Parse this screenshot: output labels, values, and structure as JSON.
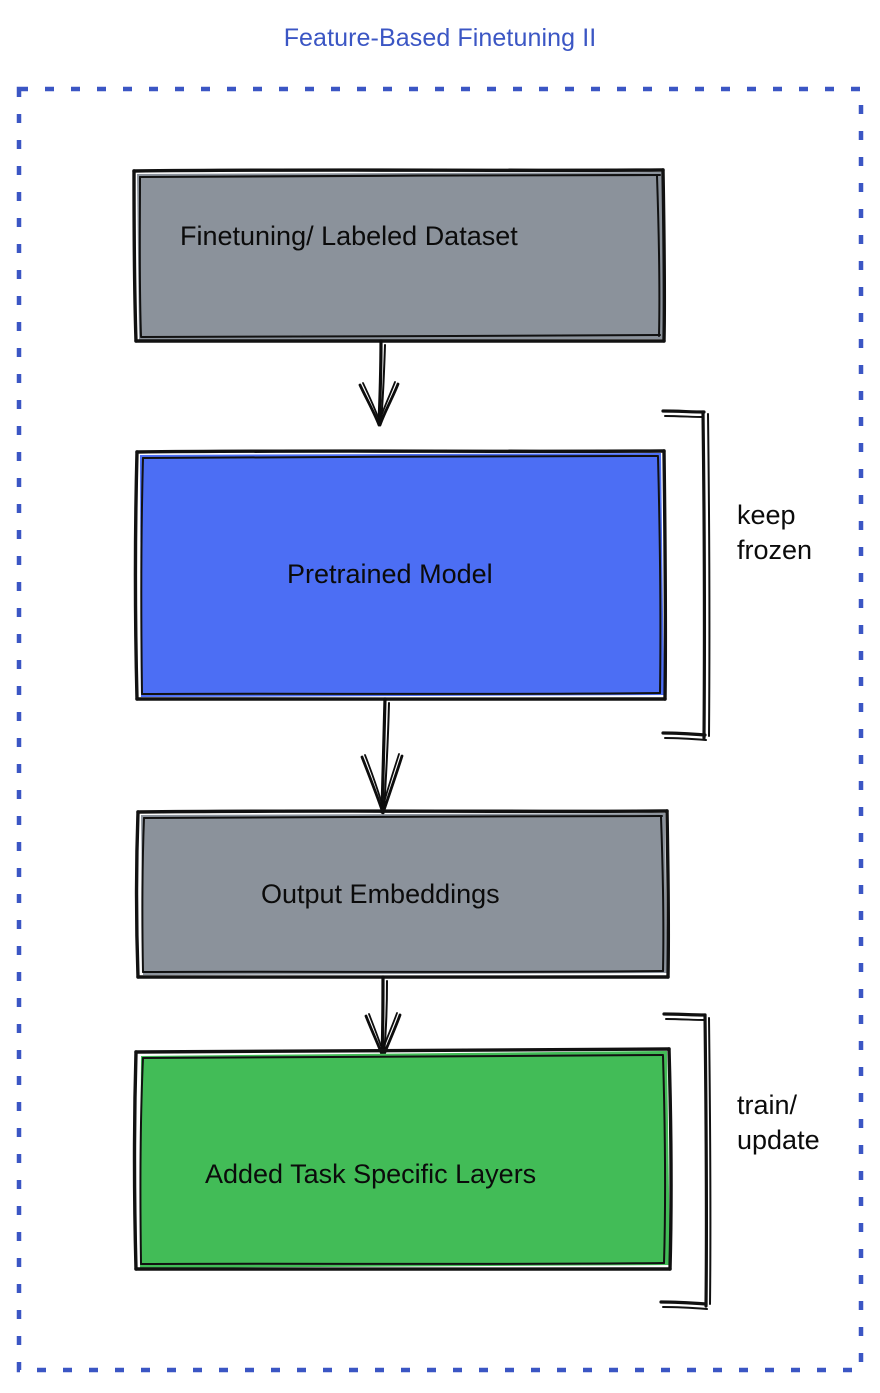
{
  "diagram": {
    "title": "Feature-Based Finetuning II",
    "title_color": "#3b56c4",
    "background": "#ffffff",
    "border": {
      "style": "dashed",
      "color": "#3b56c4",
      "name": "outer-dashed-frame"
    },
    "nodes": [
      {
        "id": "dataset",
        "label": "Finetuning/ Labeled Dataset",
        "fill": "#8b929b",
        "stroke": "#000000",
        "shape": "rectangle"
      },
      {
        "id": "pretrained",
        "label": "Pretrained Model",
        "fill": "#4c6ef4",
        "stroke": "#000000",
        "shape": "rectangle"
      },
      {
        "id": "embeddings",
        "label": "Output Embeddings",
        "fill": "#8b929b",
        "stroke": "#000000",
        "shape": "rectangle"
      },
      {
        "id": "tasklayers",
        "label": "Added Task Specific Layers",
        "fill": "#42bc57",
        "stroke": "#000000",
        "shape": "rectangle"
      }
    ],
    "edges": [
      {
        "from": "dataset",
        "to": "pretrained",
        "arrow": "open-v"
      },
      {
        "from": "pretrained",
        "to": "embeddings",
        "arrow": "open-v"
      },
      {
        "from": "embeddings",
        "to": "tasklayers",
        "arrow": "open-v"
      }
    ],
    "annotations": [
      {
        "id": "keep-frozen",
        "target": "pretrained",
        "label": "keep\nfrozen",
        "bracket": "square-right"
      },
      {
        "id": "train-update",
        "target": "tasklayers",
        "label": "train/\nupdate",
        "bracket": "square-right"
      }
    ]
  }
}
